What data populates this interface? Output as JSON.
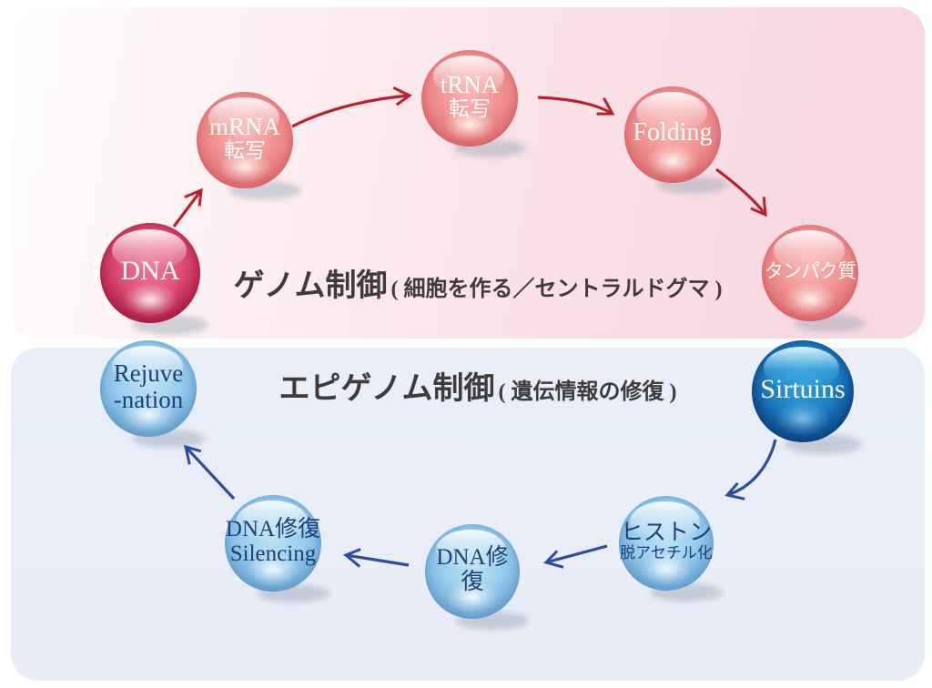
{
  "colors": {
    "red_arrow": "#b9222c",
    "blue_arrow": "#2b4f9e",
    "shadow": "#97a3b4",
    "top_panel_pink": "#f8d8e2",
    "bottom_panel_blue": "#e8edf7",
    "title_text": "#3f3a3c",
    "pink_sphere": "#ee8a8a",
    "red_sphere": "#d43a64",
    "light_blue_sphere": "#8cc3e9",
    "dark_blue_sphere": "#146cb4",
    "navy_label": "#1c3f77"
  },
  "sections": {
    "genome": {
      "title": "ゲノム制御",
      "subtitle": "( 細胞を作る／セントラルドグマ )"
    },
    "epigenome": {
      "title": "エピゲノム制御",
      "subtitle": "( 遺伝情報の修復 )"
    }
  },
  "spheres": {
    "dna": {
      "line1": "DNA"
    },
    "mrna": {
      "line1": "mRNA",
      "line2": "転写"
    },
    "trna": {
      "line1": "tRNA",
      "line2": "転写"
    },
    "folding": {
      "line1": "Folding"
    },
    "protein": {
      "line1": "タンパク質"
    },
    "rejuvenation": {
      "line1": "Rejuve",
      "line2": "-nation"
    },
    "sirtuins": {
      "line1": "Sirtuins"
    },
    "histone": {
      "line1": "ヒストン",
      "line2": "脱アセチル化"
    },
    "dna_repair": {
      "line1": "DNA修復"
    },
    "dna_repair_silencing": {
      "line1": "DNA修復",
      "line2": "Silencing"
    }
  }
}
